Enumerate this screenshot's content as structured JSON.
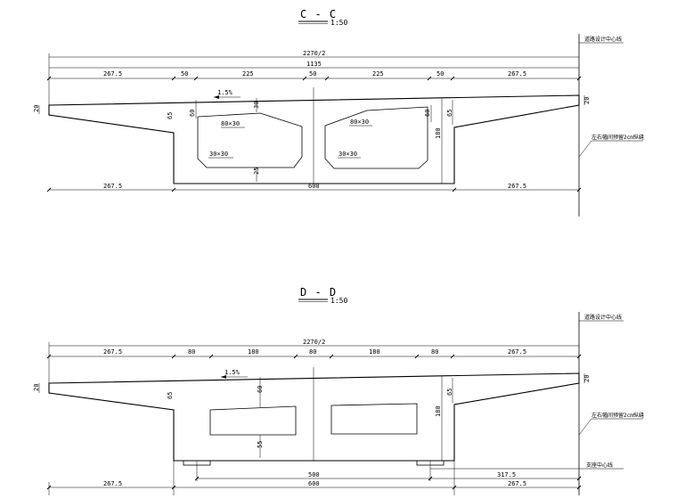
{
  "section_cc": {
    "title": "C - C",
    "scale": "1:50",
    "total_width": "2270/2",
    "half_width": "1135",
    "top_dims": [
      "267.5",
      "50",
      "225",
      "50",
      "225",
      "50",
      "267.5"
    ],
    "bottom_dims": [
      "267.5",
      "600",
      "267.5"
    ],
    "slope": "1.5%",
    "h_cant_tip": "20",
    "h_web_left": "65",
    "h_web_inner_left": "60",
    "h_top_slab": "30",
    "chamfer_top": "80×30",
    "chamfer_bottom": "30×30",
    "h_bottom_slab": "25",
    "h_web_inner_right": "60",
    "h_web_right": "65",
    "h_total": "180",
    "h_right_tip": "20",
    "note_centerline": "道路设计中心线",
    "note_joint": "左右幅间预留2cm纵缝"
  },
  "section_dd": {
    "title": "D - D",
    "scale": "1:50",
    "total_width": "2270/2",
    "top_dims": [
      "267.5",
      "80",
      "180",
      "80",
      "180",
      "80",
      "267.5"
    ],
    "bottom_dims": [
      "267.5",
      "600",
      "267.5"
    ],
    "bearing_dims": [
      "500",
      "317.5"
    ],
    "slope": "1.5%",
    "h_cant_tip": "20",
    "h_web_left": "65",
    "h_top_slab": "60",
    "h_bottom_slab": "55",
    "h_total": "180",
    "h_web_right": "65",
    "h_right_tip": "20",
    "note_centerline": "道路设计中心线",
    "note_joint": "左右幅间预留2cm纵缝",
    "note_bearing": "支座中心线"
  }
}
